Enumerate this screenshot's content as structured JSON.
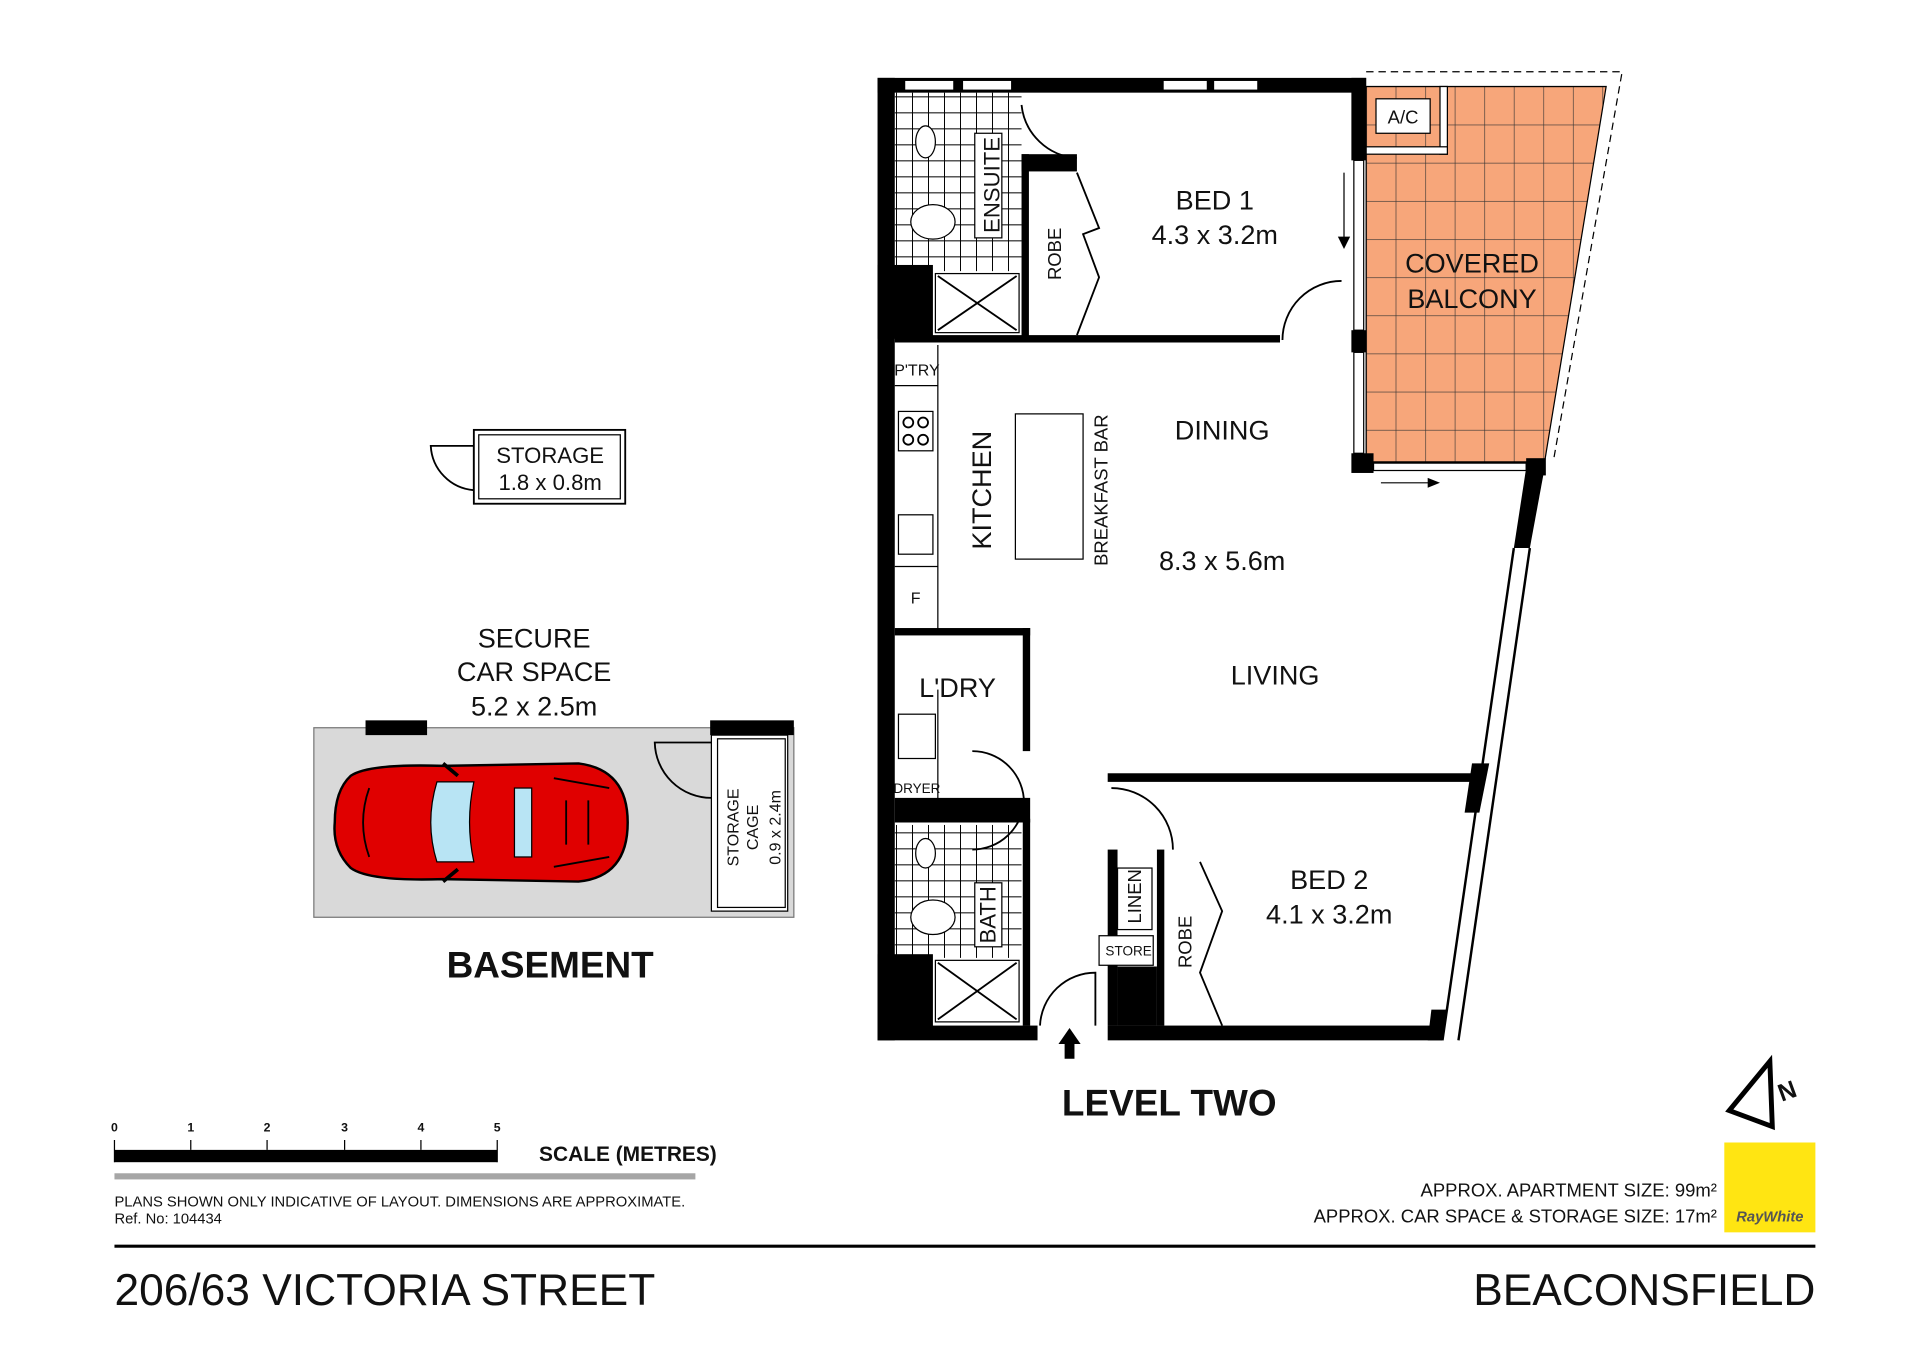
{
  "level": {
    "title": "LEVEL TWO",
    "rooms": {
      "bed1": {
        "name": "BED 1",
        "size": "4.3 x 3.2m"
      },
      "bed2": {
        "name": "BED 2",
        "size": "4.1 x 3.2m"
      },
      "balcony": {
        "line1": "COVERED",
        "line2": "BALCONY"
      },
      "ac": "A/C",
      "ensuite": "ENSUITE",
      "robe1": "ROBE",
      "robe2": "ROBE",
      "pantry": "P'TRY",
      "kitchen": "KITCHEN",
      "breakfast_bar": "BREAKFAST BAR",
      "fridge": "F",
      "dining": "DINING",
      "living_size": "8.3 x 5.6m",
      "living": "LIVING",
      "laundry": "L'DRY",
      "dryer": "DRYER",
      "bath": "BATH",
      "linen": "LINEN",
      "store": "STORE"
    },
    "balcony_color": "#F7A67A"
  },
  "basement": {
    "title": "BASEMENT",
    "storage": {
      "name": "STORAGE",
      "size": "1.8 x 0.8m"
    },
    "car_space": {
      "line1": "SECURE",
      "line2": "CAR SPACE",
      "size": "5.2 x 2.5m"
    },
    "storage_cage": {
      "line1": "STORAGE",
      "line2": "CAGE",
      "size": "0.9 x 2.4m"
    },
    "car_color": "#E00000"
  },
  "scale": {
    "ticks": [
      "0",
      "1",
      "2",
      "3",
      "4",
      "5"
    ],
    "label": "SCALE (METRES)"
  },
  "disclaimer": "PLANS SHOWN ONLY INDICATIVE OF LAYOUT.  DIMENSIONS ARE APPROXIMATE.",
  "ref": "Ref. No: 104434",
  "sizes": {
    "apartment": "APPROX. APARTMENT SIZE: 99m²",
    "car_storage": "APPROX. CAR SPACE & STORAGE SIZE: 17m²"
  },
  "logo": {
    "text": "RayWhite",
    "color": "#FFE512"
  },
  "compass": "N",
  "address": "206/63 VICTORIA STREET",
  "suburb": "BEACONSFIELD"
}
